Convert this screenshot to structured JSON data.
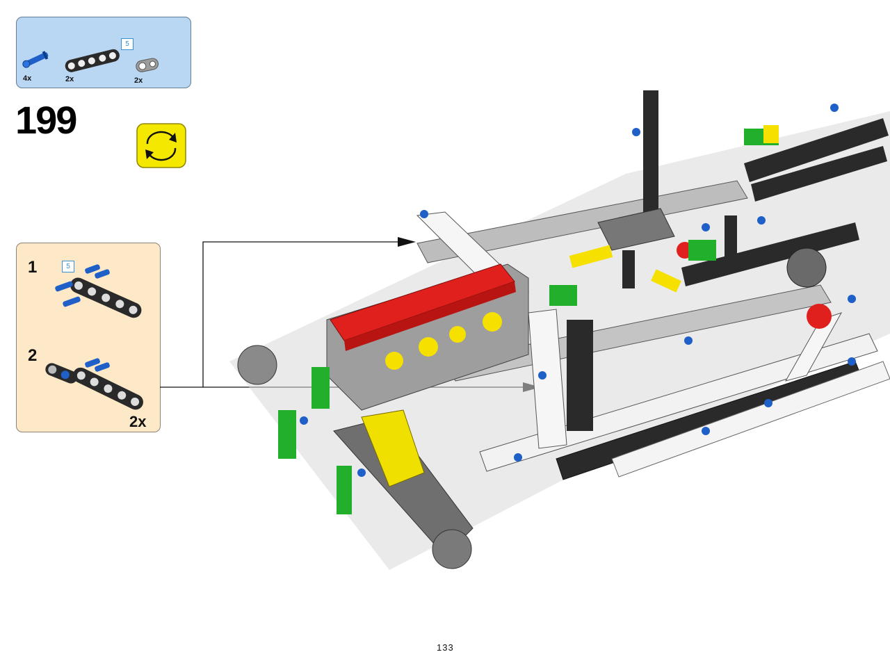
{
  "parts_list": {
    "items": [
      {
        "qty": "4x",
        "part": "blue-axle-pin-icon"
      },
      {
        "qty": "2x",
        "part": "black-beam-5-icon",
        "length_badge": "5"
      },
      {
        "qty": "2x",
        "part": "gray-connector-icon"
      }
    ]
  },
  "step": {
    "number": "199",
    "rotate_icon": "rotate-model-icon"
  },
  "sub_assembly": {
    "steps": [
      {
        "number": "1",
        "length_badge": "5"
      },
      {
        "number": "2"
      }
    ],
    "multiplier": "2x"
  },
  "page": {
    "number": "133"
  },
  "colors": {
    "parts_box_bg": "#b9d6f2",
    "sub_box_bg": "#fde9c8",
    "rotate_icon_bg": "#f5e800",
    "engine_red": "#e0201c",
    "pin_blue": "#1f5fc8",
    "beam_black": "#2a2a2a",
    "frame_green": "#22b02c"
  }
}
